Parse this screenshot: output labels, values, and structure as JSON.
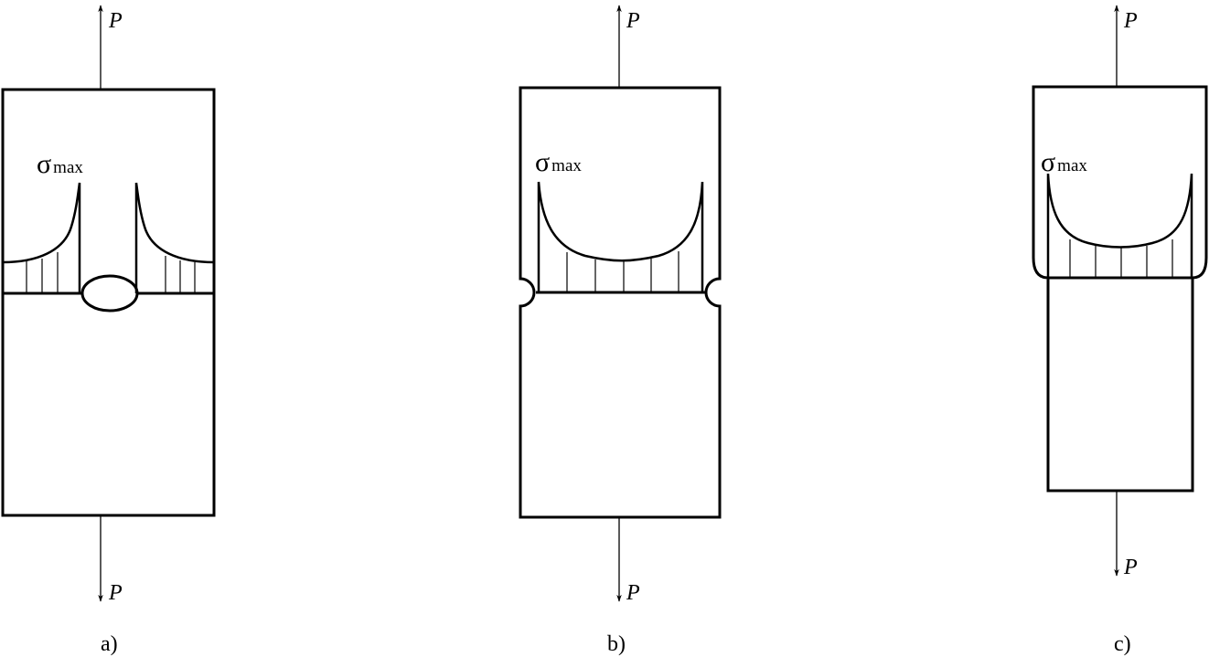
{
  "figures": [
    {
      "id": "a",
      "caption": "a)",
      "top_load_label": "P",
      "bottom_load_label": "P",
      "stress_symbol": "σ",
      "stress_subscript": "max",
      "notch": "central-hole"
    },
    {
      "id": "b",
      "caption": "b)",
      "top_load_label": "P",
      "bottom_load_label": "P",
      "stress_symbol": "σ",
      "stress_subscript": "max",
      "notch": "semicircular-edge-notches"
    },
    {
      "id": "c",
      "caption": "c)",
      "top_load_label": "P",
      "bottom_load_label": "P",
      "stress_symbol": "σ",
      "stress_subscript": "max",
      "notch": "shoulder-fillets"
    }
  ],
  "colors": {
    "line": "#000000",
    "background": "#ffffff"
  }
}
